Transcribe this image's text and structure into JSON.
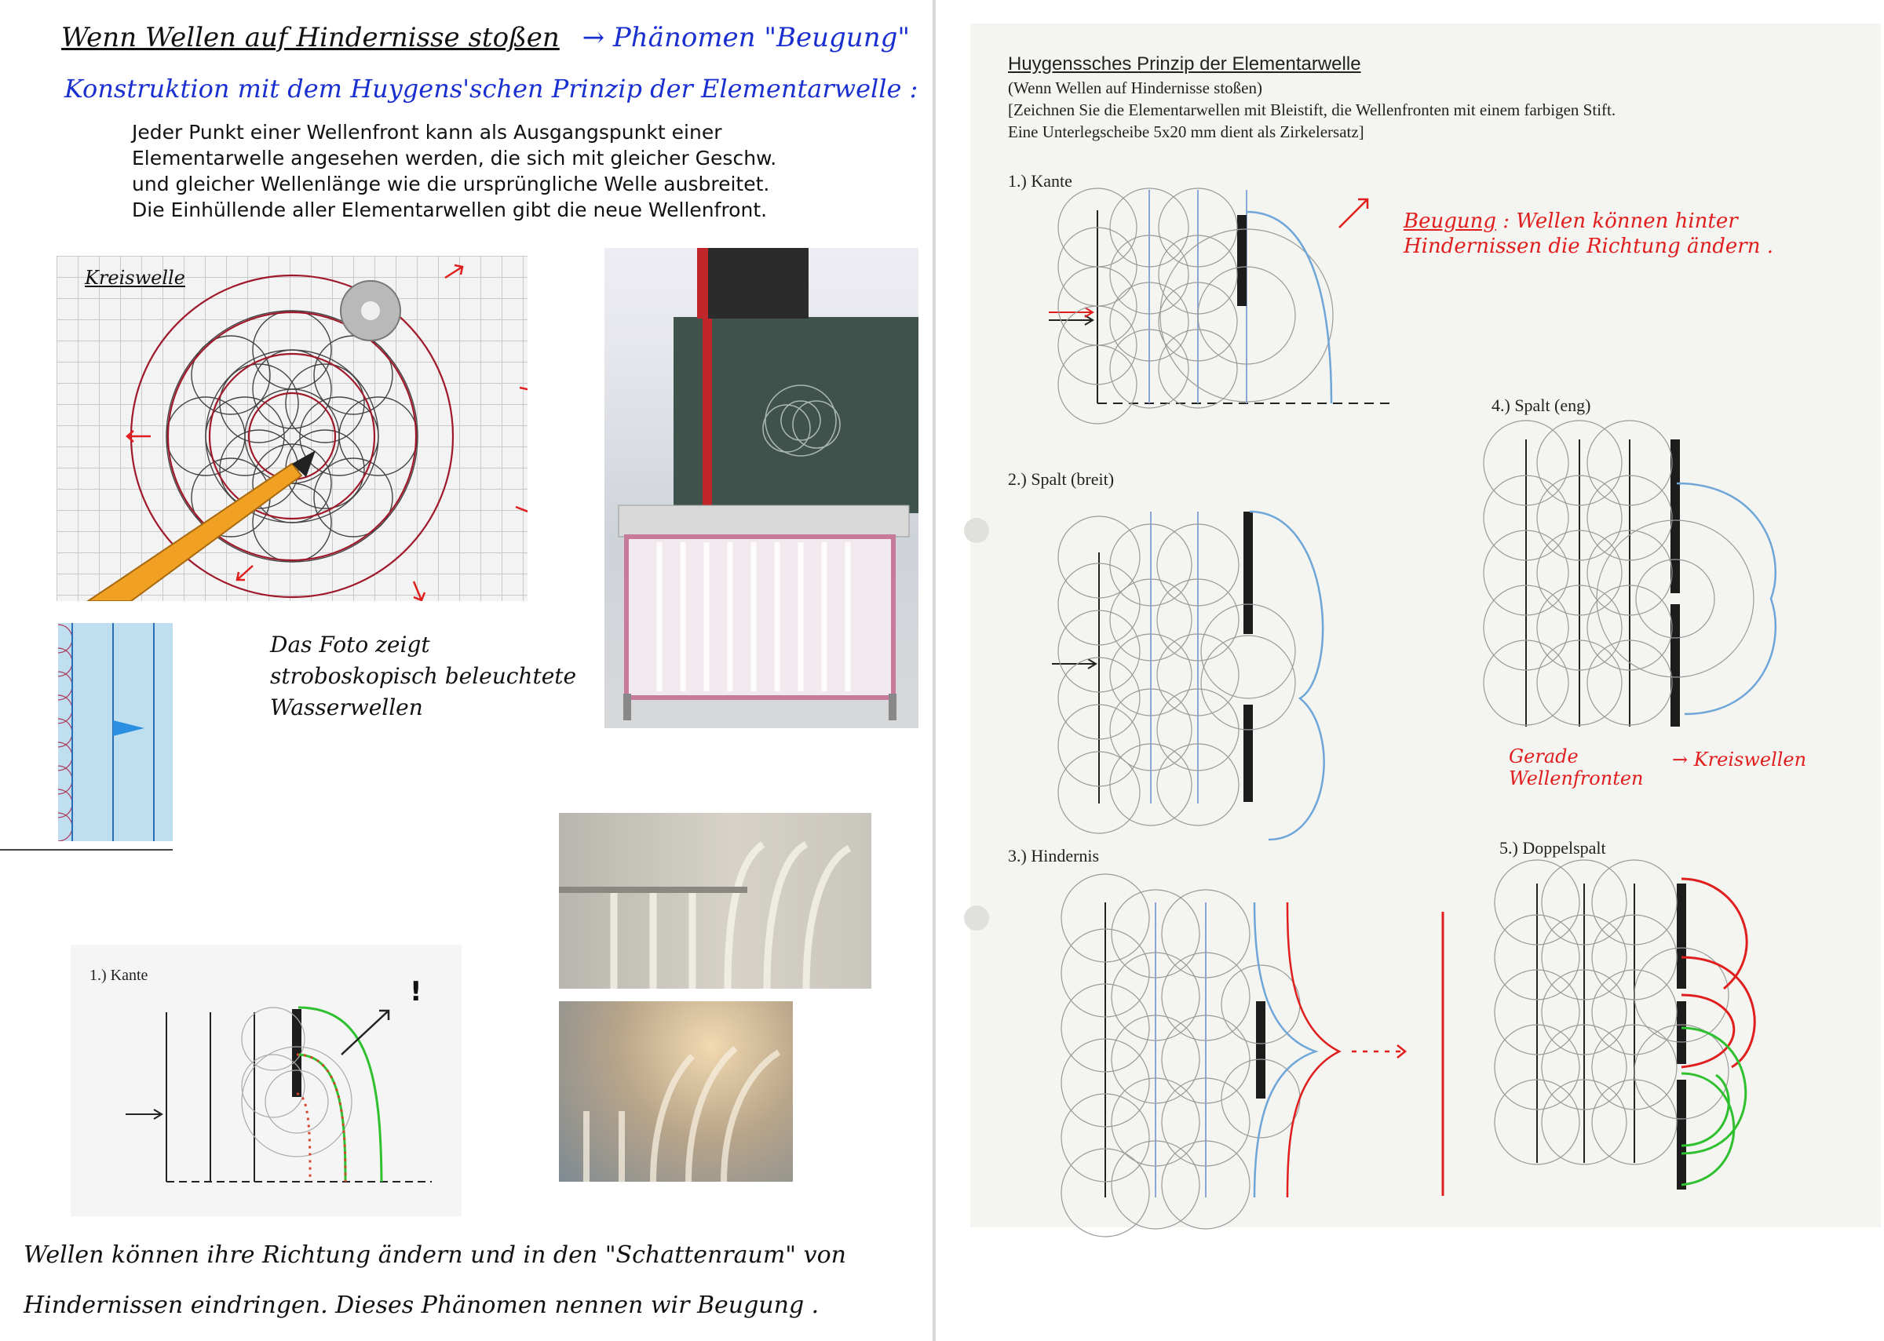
{
  "left": {
    "heading_part1": "Wenn Wellen auf Hindernisse stoßen",
    "heading_arrow": "→ Phänomen \"Beugung\"",
    "construction_line": "Konstruktion mit dem Huygens'schen Prinzip der Elementarwelle :",
    "principle_lines": [
      "Jeder Punkt einer Wellenfront kann als Ausgangspunkt einer",
      "Elementarwelle angesehen werden, die sich mit gleicher Geschw.",
      "und gleicher Wellenlänge wie die ursprüngliche Welle ausbreitet.",
      "Die Einhüllende aller Elementarwellen gibt die neue Wellenfront."
    ],
    "photo_label": "Kreiswelle",
    "photo_caption_lines": [
      "Das Foto zeigt",
      "stroboskopisch beleuchtete",
      "Wasserwellen"
    ],
    "edge_label": "1.) Kante",
    "edge_mark": "!",
    "conclusion_lines": [
      "Wellen können ihre Richtung ändern und in den \"Schattenraum\" von",
      "Hindernissen eindringen. Dieses Phänomen nennen wir Beugung ."
    ]
  },
  "right": {
    "title": "Huygenssches Prinzip der Elementarwelle",
    "subtitle": "(Wenn Wellen auf Hindernisse stoßen)",
    "instructions_line1": "[Zeichnen Sie die Elementarwellen mit Bleistift, die Wellenfronten mit einem farbigen Stift.",
    "instructions_line2": "Eine Unterlegscheibe 5x20 mm dient als Zirkelersatz]",
    "case1": "1.) Kante",
    "case2": "2.) Spalt (breit)",
    "case3": "3.) Hindernis",
    "case4": "4.) Spalt (eng)",
    "case5": "5.) Doppelspalt",
    "note_beugung_title": "Beugung",
    "note_beugung_text": ": Wellen können hinter Hindernissen die Richtung ändern .",
    "note_gerade": "Gerade Wellenfronten",
    "note_kreis": "→ Kreiswellen"
  },
  "colors": {
    "pen_blue": "#1a2fd0",
    "pen_red": "#e01e1e",
    "pen_green": "#2ec02e",
    "pencil": "#8a8a8a"
  }
}
